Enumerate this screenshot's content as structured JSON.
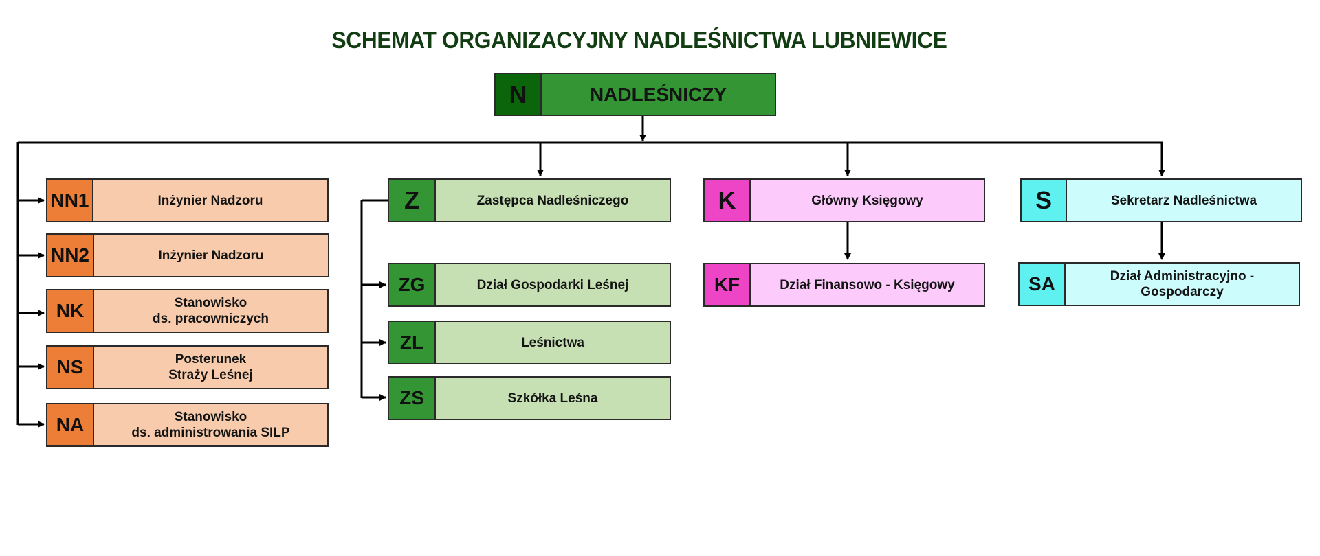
{
  "title": "SCHEMAT ORGANIZACYJNY NADLEŚNICTWA LUBNIEWICE",
  "colors": {
    "title": "#123d12",
    "head_code": "#0b650b",
    "head_label": "#349534",
    "orange_code": "#ec7e38",
    "orange_label": "#f7cbab",
    "green_code": "#349534",
    "green_label": "#c6e0b4",
    "pink_code": "#ee44c6",
    "pink_label": "#fccbfc",
    "cyan_code": "#5ff0f0",
    "cyan_label": "#ccfcfc",
    "lines": "#000000"
  },
  "head": {
    "code": "N",
    "label": "NADLEŚNICZY"
  },
  "left_column": [
    {
      "code": "NN1",
      "label": "Inżynier Nadzoru"
    },
    {
      "code": "NN2",
      "label": "Inżynier Nadzoru"
    },
    {
      "code": "NK",
      "label": "Stanowisko\nds. pracowniczych"
    },
    {
      "code": "NS",
      "label": "Posterunek\nStraży Leśnej"
    },
    {
      "code": "NA",
      "label": "Stanowisko\nds. administrowania SILP"
    }
  ],
  "deputy": {
    "head": {
      "code": "Z",
      "label": "Zastępca Nadleśniczego"
    },
    "units": [
      {
        "code": "ZG",
        "label": "Dział Gospodarki Leśnej"
      },
      {
        "code": "ZL",
        "label": "Leśnictwa"
      },
      {
        "code": "ZS",
        "label": "Szkółka Leśna"
      }
    ]
  },
  "accountant": {
    "head": {
      "code": "K",
      "label": "Główny Księgowy"
    },
    "units": [
      {
        "code": "KF",
        "label": "Dział Finansowo - Księgowy"
      }
    ]
  },
  "secretary": {
    "head": {
      "code": "S",
      "label": "Sekretarz Nadleśnictwa"
    },
    "units": [
      {
        "code": "SA",
        "label": "Dział Administracyjno -\nGospodarczy"
      }
    ]
  }
}
